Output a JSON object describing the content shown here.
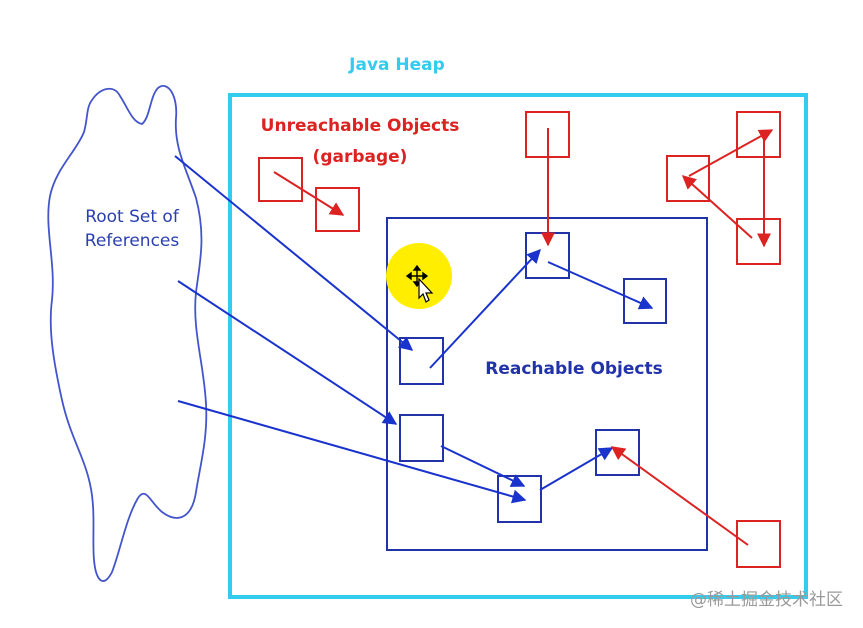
{
  "diagram": {
    "heap_title": "Java Heap",
    "root_label_line1": "Root Set of",
    "root_label_line2": "References",
    "unreachable_label_line1": "Unreachable Objects",
    "unreachable_label_line2": "(garbage)",
    "reachable_label": "Reachable Objects"
  },
  "watermark": "@稀土掘金技术社区",
  "colors": {
    "heap_border": "#33ccee",
    "reachable": "#2233aa",
    "arrow_blue": "#1a33cc",
    "unreachable": "#dd2222",
    "root_outline": "#4455cc",
    "cursor_highlight": "#ffee00"
  }
}
